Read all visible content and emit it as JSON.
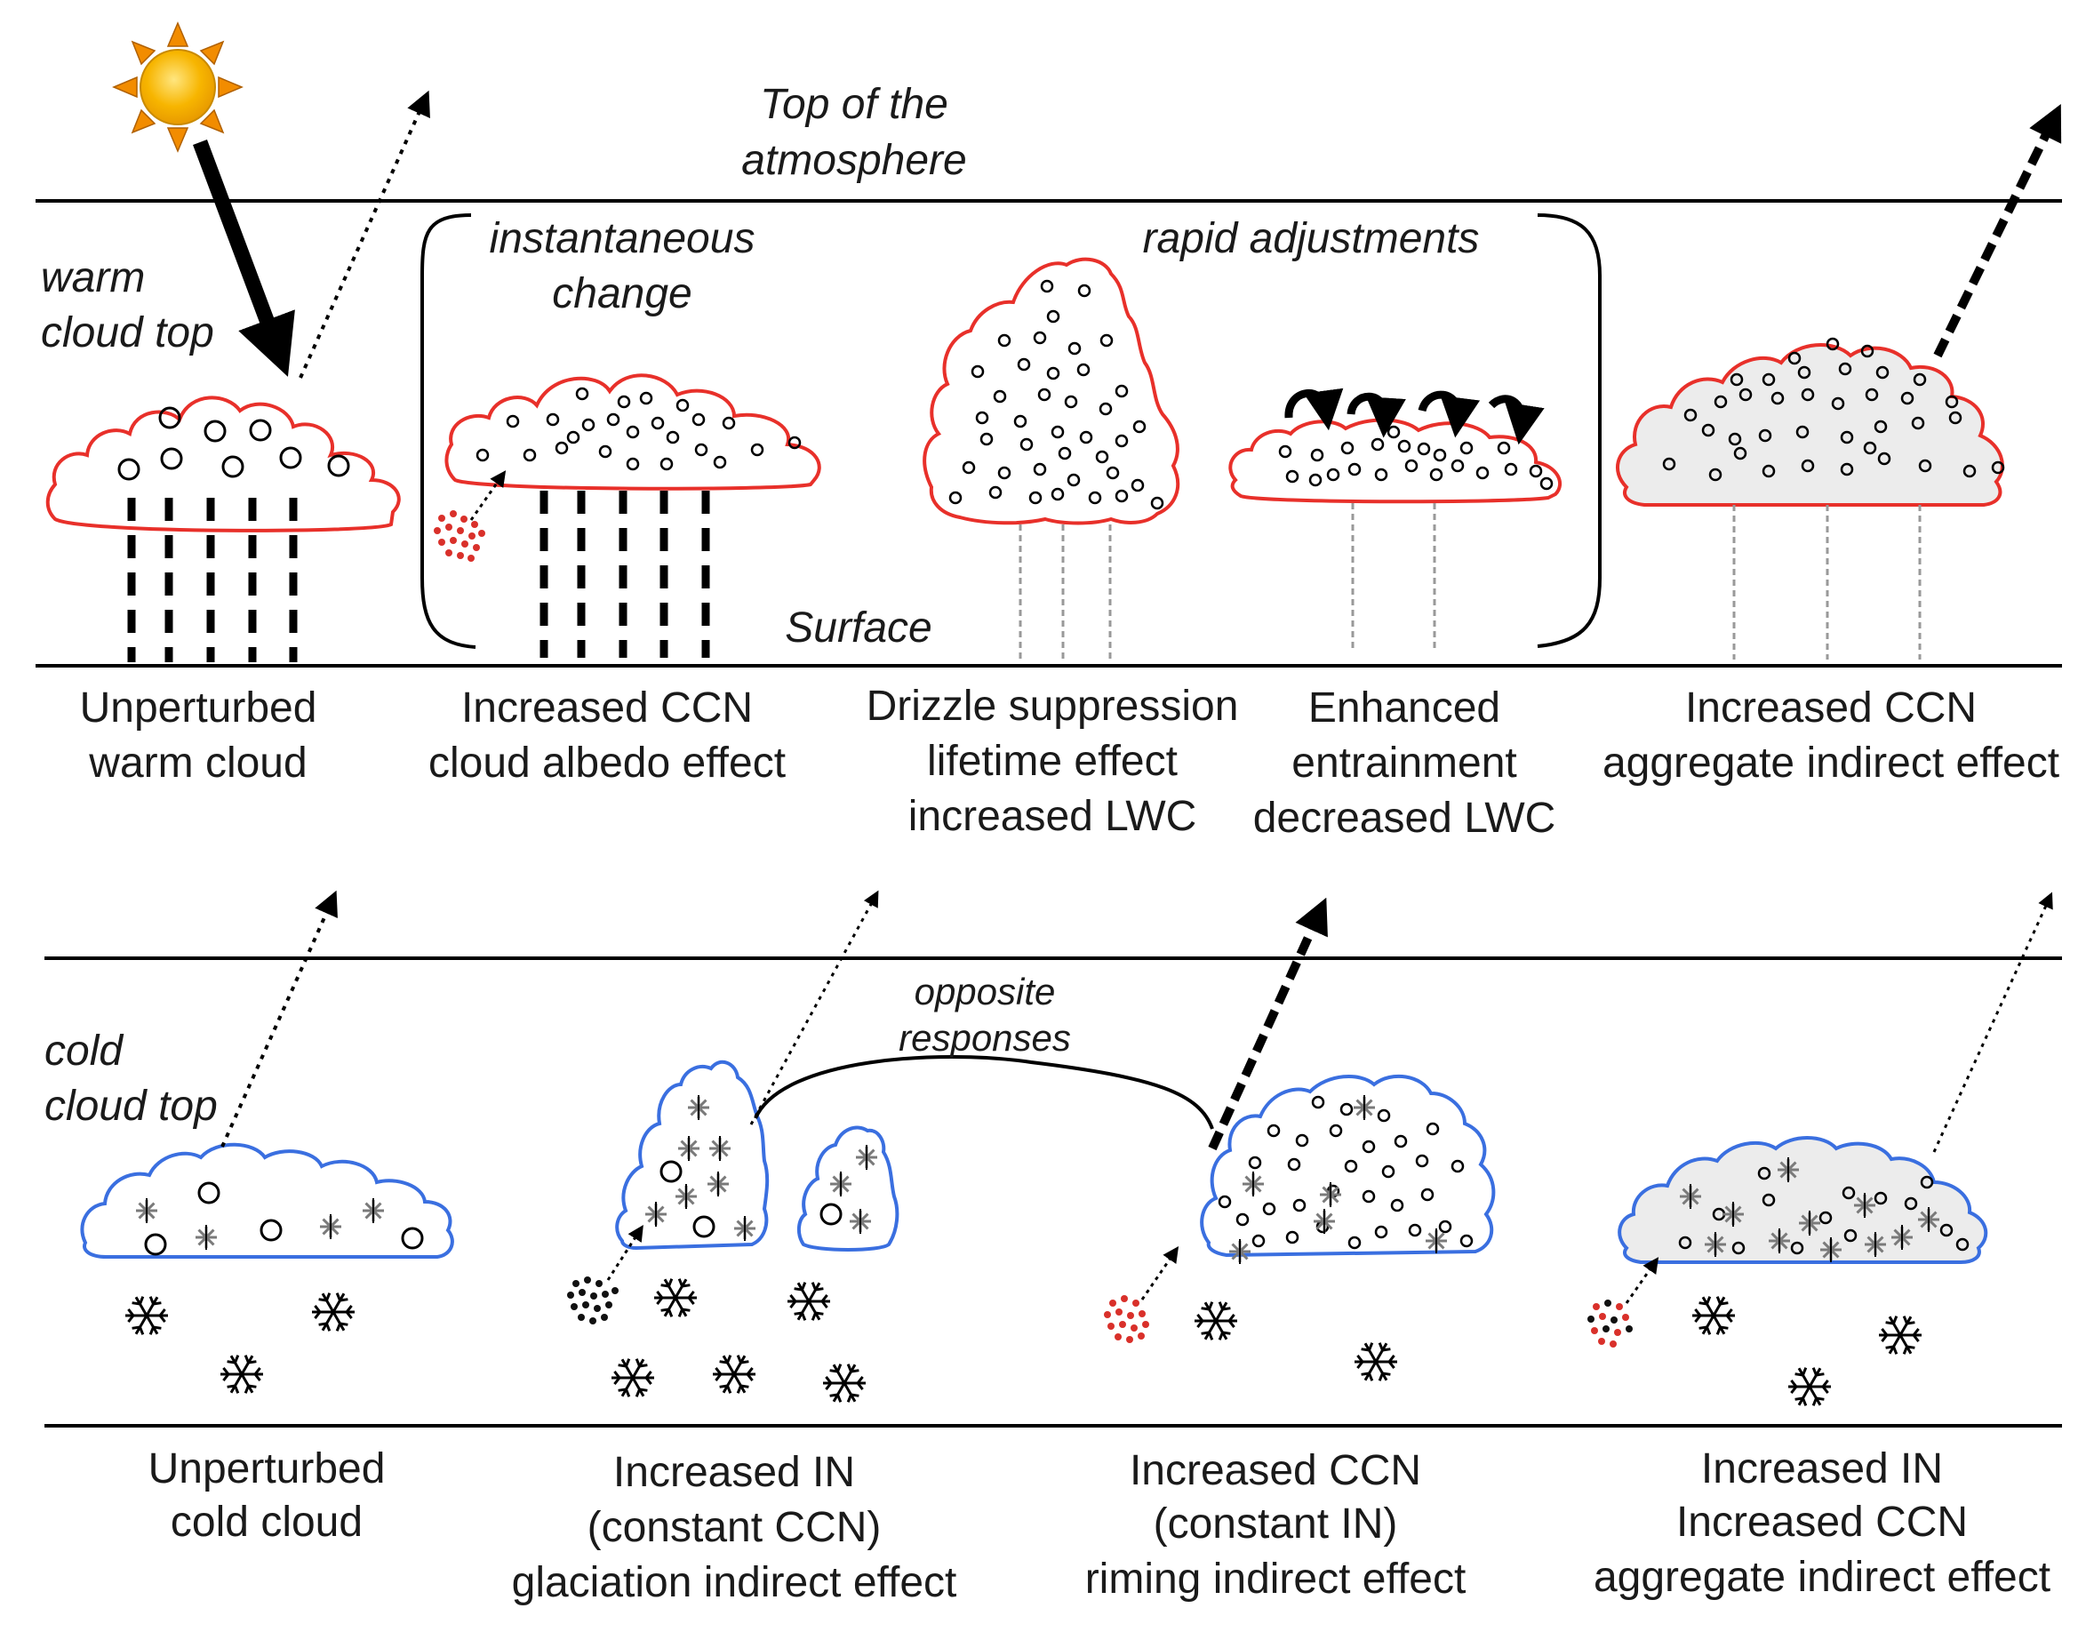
{
  "top_panel": {
    "toa_label": [
      "Top of the",
      "atmosphere"
    ],
    "warm_label": [
      "warm",
      "cloud top"
    ],
    "instant_label": [
      "instantaneous",
      "change"
    ],
    "rapid_label": "rapid adjustments",
    "surface_label": "Surface",
    "captions": [
      [
        "Unperturbed",
        "warm cloud"
      ],
      [
        "Increased CCN",
        "cloud albedo effect"
      ],
      [
        "Drizzle suppression",
        "lifetime effect",
        "increased LWC"
      ],
      [
        "Enhanced",
        "entrainment",
        "decreased LWC"
      ],
      [
        "Increased CCN",
        "aggregate indirect effect"
      ]
    ]
  },
  "bottom_panel": {
    "cold_label": [
      "cold",
      "cloud top"
    ],
    "opposite_label": [
      "opposite",
      "responses"
    ],
    "captions": [
      [
        "Unperturbed",
        "cold cloud"
      ],
      [
        "Increased IN",
        "(constant CCN)",
        "glaciation indirect effect"
      ],
      [
        "Increased CCN",
        "(constant IN)",
        "riming indirect effect"
      ],
      [
        "Increased IN",
        "Increased CCN",
        "aggregate indirect effect"
      ]
    ]
  },
  "colors": {
    "warm_cloud_outline": "#e8302a",
    "cold_cloud_outline": "#3a6fe0",
    "aerosol_red": "#d9302a",
    "aerosol_black": "#111111",
    "sun_fill": "#f7b500",
    "sun_rays": "#f28c00",
    "ice_crystal": "#7a7a7a"
  }
}
